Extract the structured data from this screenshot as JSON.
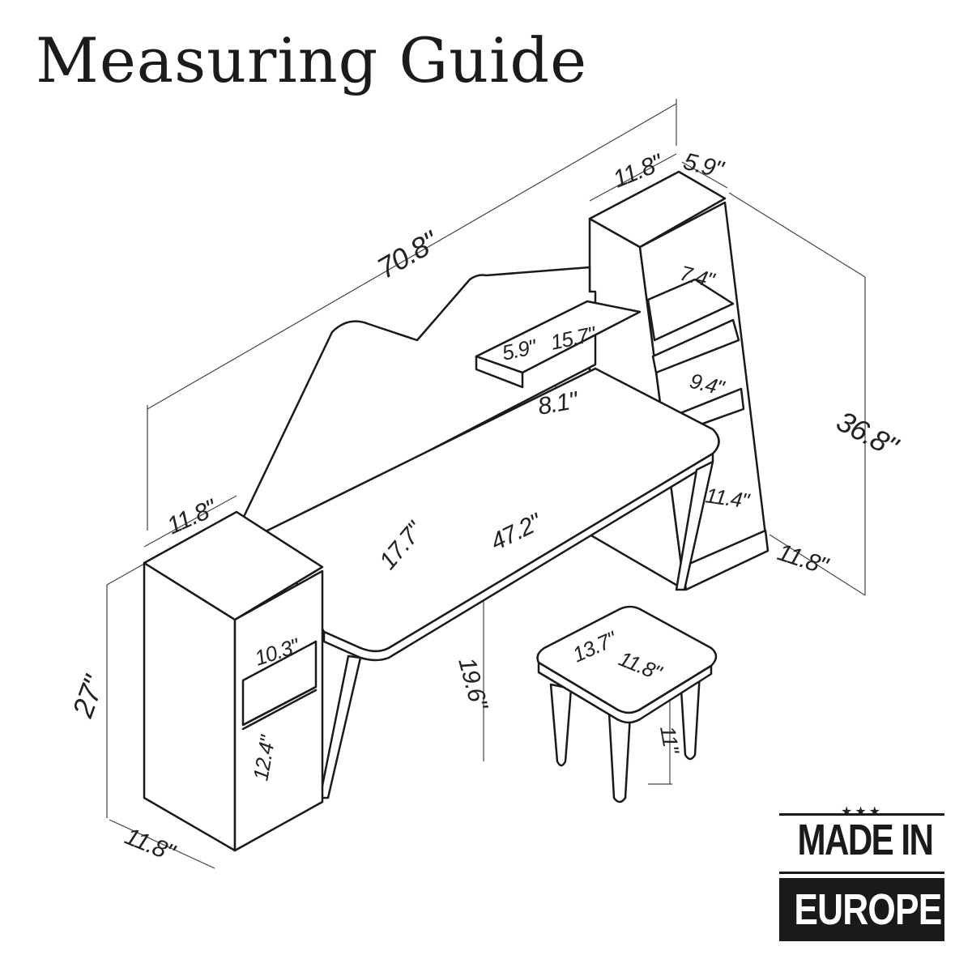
{
  "title": "Measuring Guide",
  "dimensions": {
    "total_width": "70.8\"",
    "right_top_depth": "11.8\"",
    "right_top_width": "5.9\"",
    "right_shelf_1": "7.4\"",
    "right_shelf_2": "9.4\"",
    "right_shelf_3": "11.4\"",
    "right_bottom_depth": "11.8\"",
    "total_height": "36.8\"",
    "floating_shelf_depth": "5.9\"",
    "floating_shelf_width": "15.7\"",
    "shelf_gap": "8.1\"",
    "left_top_width": "11.8\"",
    "desk_depth": "17.7\"",
    "desk_width": "47.2\"",
    "left_height": "27\"",
    "left_shelf_1": "10.3\"",
    "left_shelf_2": "12.4\"",
    "left_bottom_depth": "11.8\"",
    "leg_clearance": "19.6\"",
    "stool_width": "13.7\"",
    "stool_depth": "11.8\"",
    "stool_height": "11\""
  },
  "badge": {
    "stars": "★★★",
    "line1": "MADE IN",
    "line2": "EUROPE"
  }
}
